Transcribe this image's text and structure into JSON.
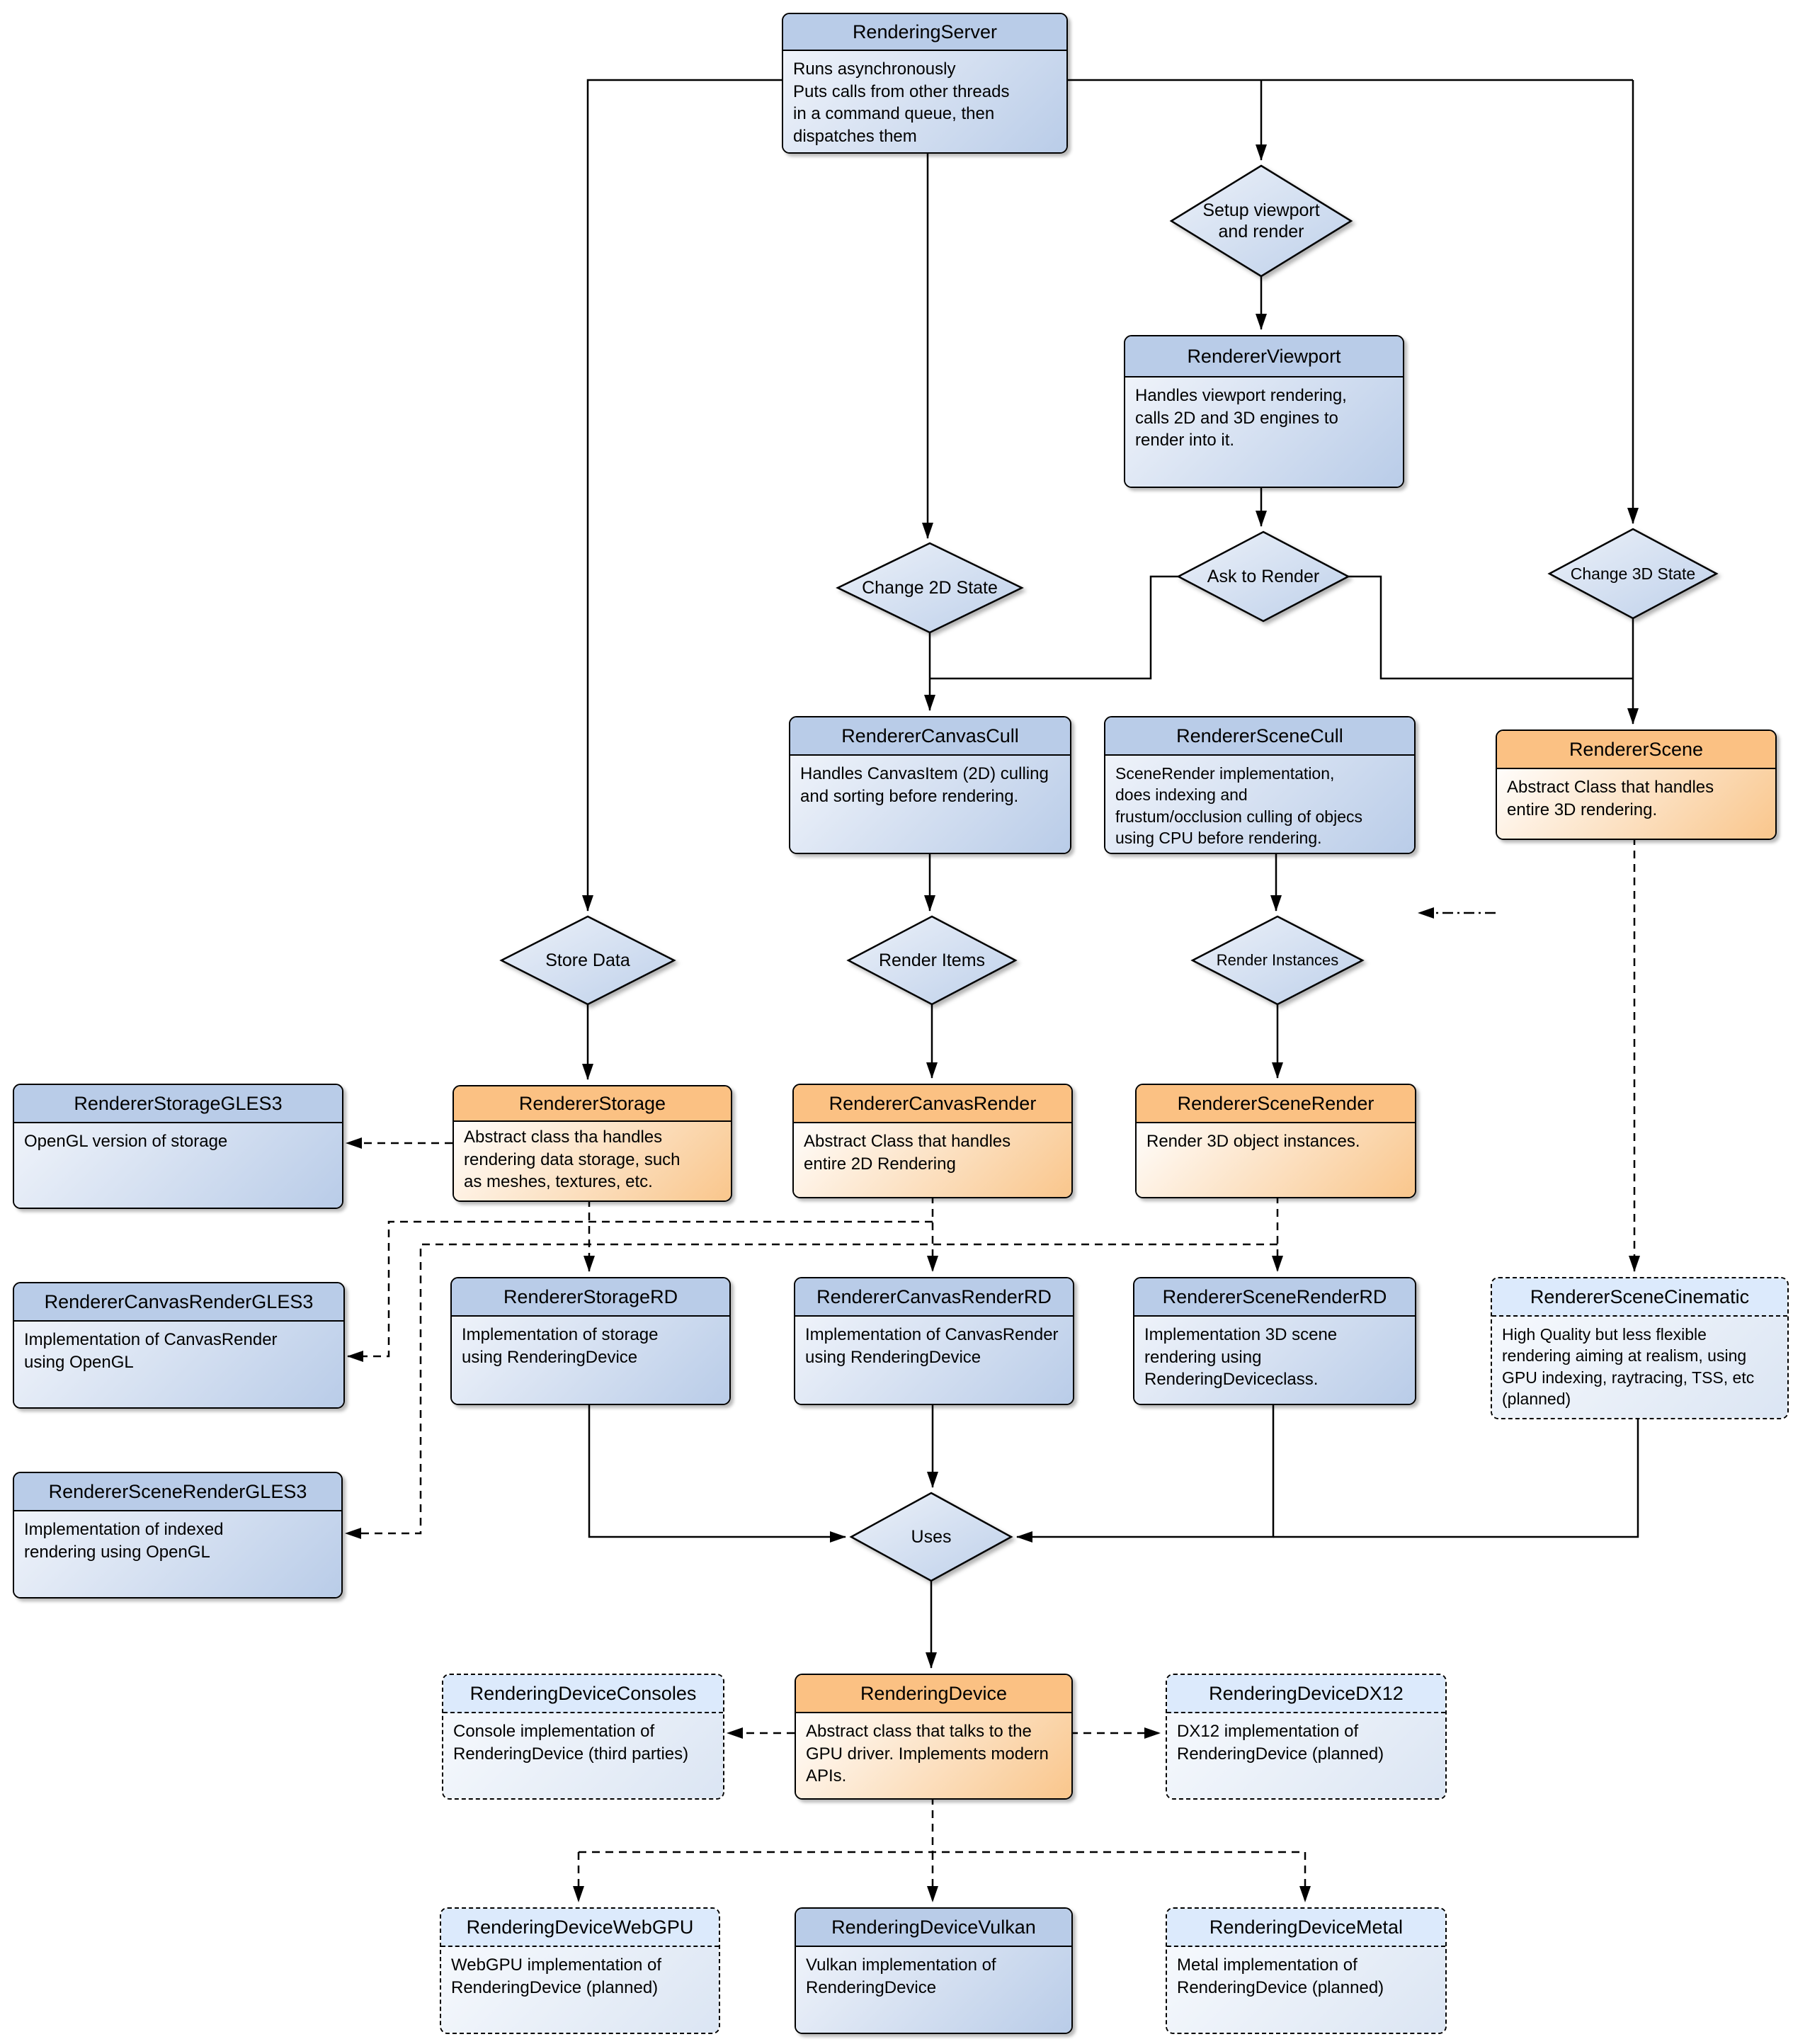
{
  "diagram": {
    "title": "Godot rendering architecture flowchart",
    "colors": {
      "box_blue_header": "#b9cce8",
      "box_orange_header": "#fbc183",
      "box_planned_header": "#dceafc",
      "diamond_fill": "#d6e1f1",
      "line": "#000000",
      "background": "#ffffff"
    },
    "nodes": {
      "rendering_server": {
        "title": "RenderingServer",
        "body": "Runs asynchronously\nPuts calls from other threads\nin a command queue, then\ndispatches them"
      },
      "renderer_viewport": {
        "title": "RendererViewport",
        "body": "Handles viewport rendering,\ncalls 2D and 3D engines to\nrender into it."
      },
      "renderer_canvas_cull": {
        "title": "RendererCanvasCull",
        "body": "Handles CanvasItem (2D) culling\nand sorting before rendering."
      },
      "renderer_scene_cull": {
        "title": "RendererSceneCull",
        "body": "SceneRender implementation,\ndoes indexing and\nfrustum/occlusion culling of objecs\nusing CPU before rendering."
      },
      "renderer_scene": {
        "title": "RendererScene",
        "body": "Abstract Class that handles\nentire 3D rendering."
      },
      "renderer_storage_gles3": {
        "title": "RendererStorageGLES3",
        "body": "OpenGL version of storage"
      },
      "renderer_storage": {
        "title": "RendererStorage",
        "body": "Abstract class tha handles\nrendering data storage, such\nas meshes, textures, etc."
      },
      "renderer_canvas_render": {
        "title": "RendererCanvasRender",
        "body": "Abstract Class that handles\nentire 2D Rendering"
      },
      "renderer_scene_render": {
        "title": "RendererSceneRender",
        "body": "Render 3D object instances."
      },
      "renderer_canvas_render_gles3": {
        "title": "RendererCanvasRenderGLES3",
        "body": "Implementation of CanvasRender\nusing OpenGL"
      },
      "renderer_storage_rd": {
        "title": "RendererStorageRD",
        "body": "Implementation of storage\nusing RenderingDevice"
      },
      "renderer_canvas_render_rd": {
        "title": "RendererCanvasRenderRD",
        "body": "Implementation of CanvasRender\nusing RenderingDevice"
      },
      "renderer_scene_render_rd": {
        "title": "RendererSceneRenderRD",
        "body": "Implementation 3D scene\nrendering using\nRenderingDeviceclass."
      },
      "renderer_scene_cinematic": {
        "title": "RendererSceneCinematic",
        "body": "High Quality but less flexible\nrendering aiming at realism, using\nGPU indexing, raytracing, TSS, etc\n(planned)"
      },
      "renderer_scene_render_gles3": {
        "title": "RendererSceneRenderGLES3",
        "body": "Implementation of indexed\nrendering using OpenGL"
      },
      "rendering_device_consoles": {
        "title": "RenderingDeviceConsoles",
        "body": "Console implementation of\nRenderingDevice (third parties)"
      },
      "rendering_device": {
        "title": "RenderingDevice",
        "body": "Abstract class that talks to the\nGPU driver. Implements modern\nAPIs."
      },
      "rendering_device_dx12": {
        "title": "RenderingDeviceDX12",
        "body": "DX12 implementation of\nRenderingDevice (planned)"
      },
      "rendering_device_webgpu": {
        "title": "RenderingDeviceWebGPU",
        "body": "WebGPU implementation of\nRenderingDevice (planned)"
      },
      "rendering_device_vulkan": {
        "title": "RenderingDeviceVulkan",
        "body": "Vulkan implementation of\nRenderingDevice"
      },
      "rendering_device_metal": {
        "title": "RenderingDeviceMetal",
        "body": "Metal implementation of\nRenderingDevice (planned)"
      }
    },
    "decisions": {
      "setup_viewport": {
        "label": "Setup viewport\nand render"
      },
      "change_2d": {
        "label": "Change 2D State"
      },
      "ask_to_render": {
        "label": "Ask to Render"
      },
      "change_3d": {
        "label": "Change 3D State"
      },
      "store_data": {
        "label": "Store Data"
      },
      "render_items": {
        "label": "Render Items"
      },
      "render_instances": {
        "label": "Render Instances"
      },
      "uses": {
        "label": "Uses"
      }
    }
  }
}
